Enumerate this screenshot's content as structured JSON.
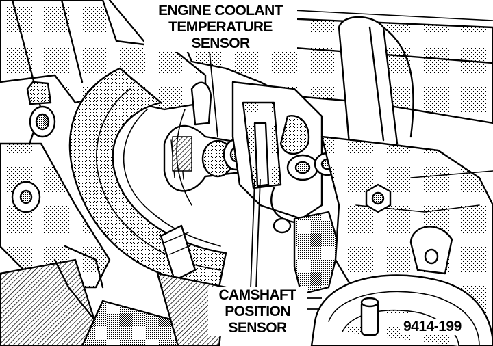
{
  "figure": {
    "id": "9414-199",
    "labels": {
      "engine_coolant_temperature_sensor": [
        "ENGINE COOLANT",
        "TEMPERATURE",
        "SENSOR"
      ],
      "camshaft_position_sensor": [
        "CAMSHAFT",
        "POSITION",
        "SENSOR"
      ]
    }
  },
  "colors": {
    "ink": "#000000",
    "paper": "#ffffff"
  }
}
